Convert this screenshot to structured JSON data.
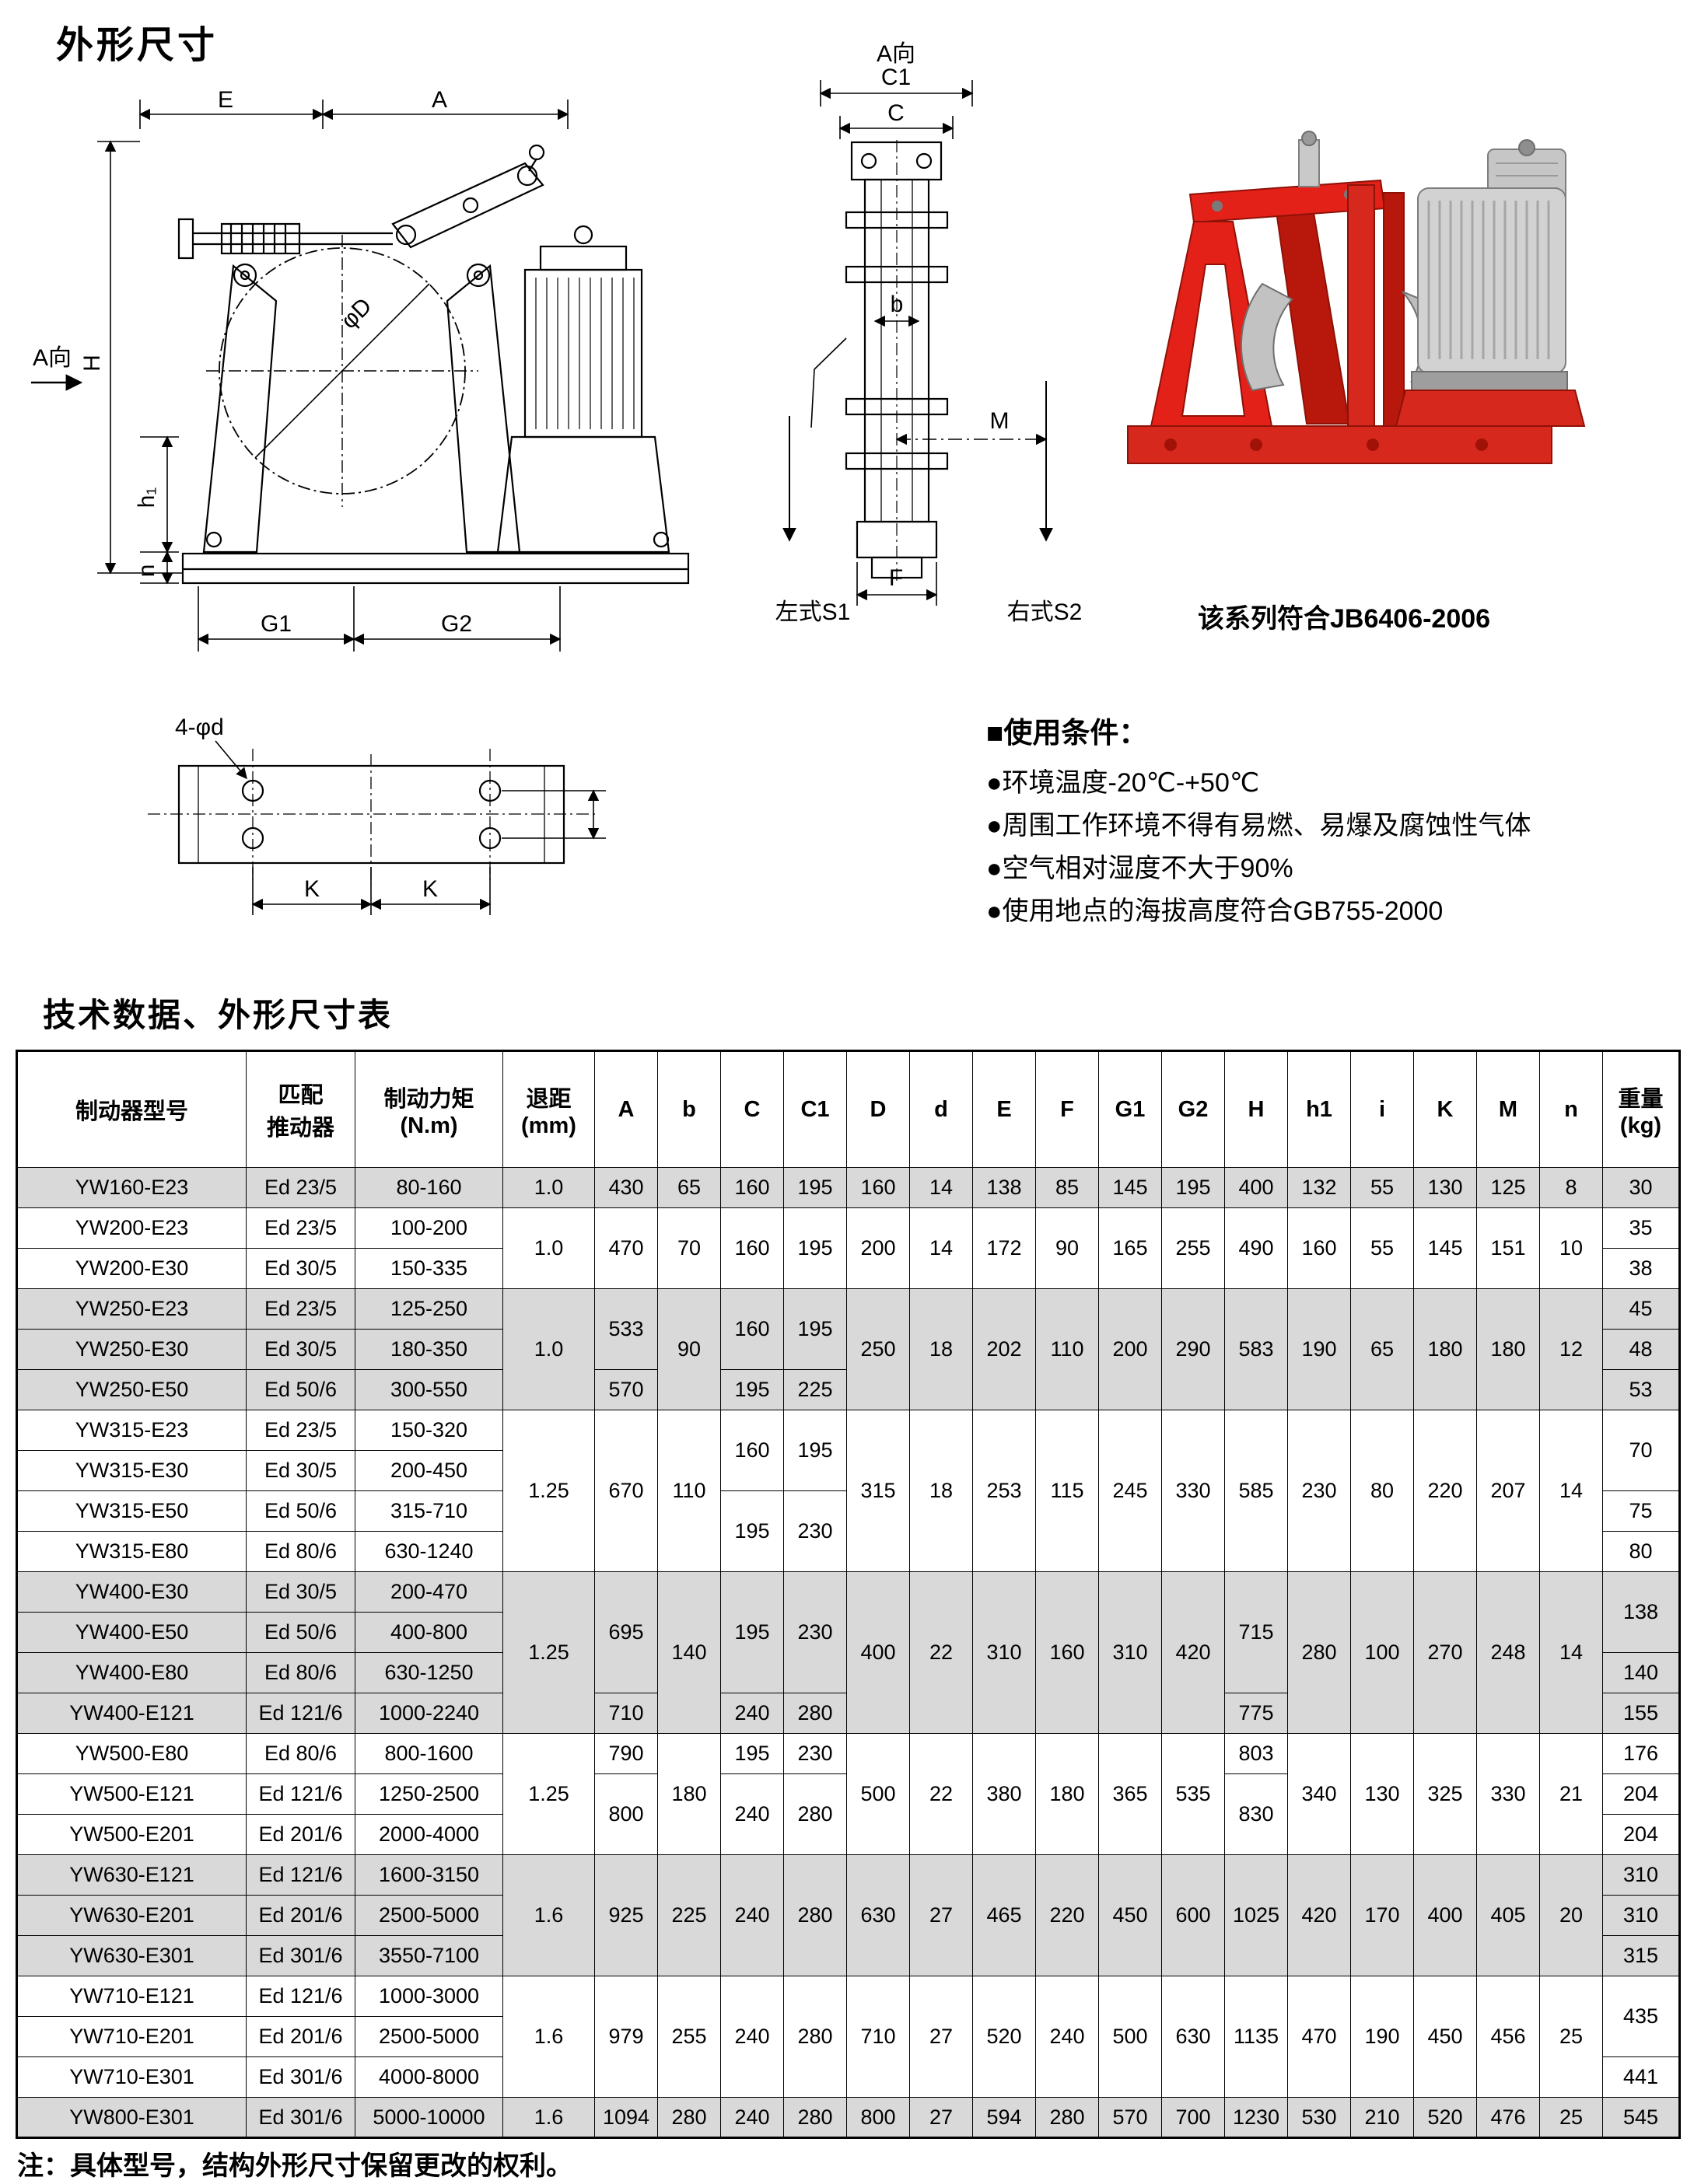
{
  "page": {
    "title": "外形尺寸",
    "table_heading": "技术数据、外形尺寸表",
    "compliance": "该系列符合JB6406-2006",
    "footnote": "注：具体型号，结构外形尺寸保留更改的权利。"
  },
  "usage": {
    "heading": "■使用条件：",
    "items": [
      "●环境温度-20℃-+50℃",
      "●周围工作环境不得有易燃、易爆及腐蚀性气体",
      "●空气相对湿度不大于90%",
      "●使用地点的海拔高度符合GB755-2000"
    ]
  },
  "drawing": {
    "labels": {
      "a_dir": "A向",
      "E": "E",
      "A": "A",
      "H": "H",
      "h1": "h₁",
      "n": "n",
      "phiD": "φD",
      "G1": "G1",
      "G2": "G2",
      "C1": "C1",
      "C": "C",
      "b": "b",
      "M": "M",
      "F": "F",
      "left_s1": "左式S1",
      "right_s2": "右式S2",
      "holes": "4-φd",
      "K": "K"
    }
  },
  "table": {
    "headers": [
      "制动器型号",
      "匹配\n推动器",
      "制动力矩\n(N.m)",
      "退距\n(mm)",
      "A",
      "b",
      "C",
      "C1",
      "D",
      "d",
      "E",
      "F",
      "G1",
      "G2",
      "H",
      "h1",
      "i",
      "K",
      "M",
      "n",
      "重量\n(kg)"
    ],
    "rows": [
      {
        "shade": true,
        "cells": [
          "YW160-E23",
          "Ed 23/5",
          "80-160",
          "1.0",
          "430",
          "65",
          "160",
          "195",
          "160",
          "14",
          "138",
          "85",
          "145",
          "195",
          "400",
          "132",
          "55",
          "130",
          "125",
          "8",
          "30"
        ]
      },
      {
        "shade": false,
        "cells": [
          "YW200-E23",
          "Ed 23/5",
          "100-200",
          [
            "1.0",
            2
          ],
          [
            "470",
            2
          ],
          [
            "70",
            2
          ],
          [
            "160",
            2
          ],
          [
            "195",
            2
          ],
          [
            "200",
            2
          ],
          [
            "14",
            2
          ],
          [
            "172",
            2
          ],
          [
            "90",
            2
          ],
          [
            "165",
            2
          ],
          [
            "255",
            2
          ],
          [
            "490",
            2
          ],
          [
            "160",
            2
          ],
          [
            "55",
            2
          ],
          [
            "145",
            2
          ],
          [
            "151",
            2
          ],
          [
            "10",
            2
          ],
          "35"
        ]
      },
      {
        "shade": false,
        "cells": [
          "YW200-E30",
          "Ed 30/5",
          "150-335",
          "38"
        ]
      },
      {
        "shade": true,
        "cells": [
          "YW250-E23",
          "Ed 23/5",
          "125-250",
          [
            "1.0",
            3
          ],
          [
            "533",
            2
          ],
          [
            "90",
            3
          ],
          [
            "160",
            2
          ],
          [
            "195",
            2
          ],
          [
            "250",
            3
          ],
          [
            "18",
            3
          ],
          [
            "202",
            3
          ],
          [
            "110",
            3
          ],
          [
            "200",
            3
          ],
          [
            "290",
            3
          ],
          [
            "583",
            3
          ],
          [
            "190",
            3
          ],
          [
            "65",
            3
          ],
          [
            "180",
            3
          ],
          [
            "180",
            3
          ],
          [
            "12",
            3
          ],
          "45"
        ]
      },
      {
        "shade": true,
        "cells": [
          "YW250-E30",
          "Ed 30/5",
          "180-350",
          "48"
        ]
      },
      {
        "shade": true,
        "cells": [
          "YW250-E50",
          "Ed 50/6",
          "300-550",
          "570",
          "195",
          "225",
          "53"
        ]
      },
      {
        "shade": false,
        "cells": [
          "YW315-E23",
          "Ed 23/5",
          "150-320",
          [
            "1.25",
            4
          ],
          [
            "670",
            4
          ],
          [
            "110",
            4
          ],
          [
            "160",
            2
          ],
          [
            "195",
            2
          ],
          [
            "315",
            4
          ],
          [
            "18",
            4
          ],
          [
            "253",
            4
          ],
          [
            "115",
            4
          ],
          [
            "245",
            4
          ],
          [
            "330",
            4
          ],
          [
            "585",
            4
          ],
          [
            "230",
            4
          ],
          [
            "80",
            4
          ],
          [
            "220",
            4
          ],
          [
            "207",
            4
          ],
          [
            "14",
            4
          ],
          [
            "70",
            2
          ]
        ]
      },
      {
        "shade": false,
        "cells": [
          "YW315-E30",
          "Ed 30/5",
          "200-450"
        ]
      },
      {
        "shade": false,
        "cells": [
          "YW315-E50",
          "Ed 50/6",
          "315-710",
          [
            "195",
            2
          ],
          [
            "230",
            2
          ],
          "75"
        ]
      },
      {
        "shade": false,
        "cells": [
          "YW315-E80",
          "Ed 80/6",
          "630-1240",
          "80"
        ]
      },
      {
        "shade": true,
        "cells": [
          "YW400-E30",
          "Ed 30/5",
          "200-470",
          [
            "1.25",
            4
          ],
          [
            "695",
            3
          ],
          [
            "140",
            4
          ],
          [
            "195",
            3
          ],
          [
            "230",
            3
          ],
          [
            "400",
            4
          ],
          [
            "22",
            4
          ],
          [
            "310",
            4
          ],
          [
            "160",
            4
          ],
          [
            "310",
            4
          ],
          [
            "420",
            4
          ],
          [
            "715",
            3
          ],
          [
            "280",
            4
          ],
          [
            "100",
            4
          ],
          [
            "270",
            4
          ],
          [
            "248",
            4
          ],
          [
            "14",
            4
          ],
          [
            "138",
            2
          ]
        ]
      },
      {
        "shade": true,
        "cells": [
          "YW400-E50",
          "Ed 50/6",
          "400-800"
        ]
      },
      {
        "shade": true,
        "cells": [
          "YW400-E80",
          "Ed 80/6",
          "630-1250",
          "140"
        ]
      },
      {
        "shade": true,
        "cells": [
          "YW400-E121",
          "Ed 121/6",
          "1000-2240",
          "710",
          "240",
          "280",
          "775",
          "155"
        ]
      },
      {
        "shade": false,
        "cells": [
          "YW500-E80",
          "Ed 80/6",
          "800-1600",
          [
            "1.25",
            3
          ],
          "790",
          [
            "180",
            3
          ],
          "195",
          "230",
          [
            "500",
            3
          ],
          [
            "22",
            3
          ],
          [
            "380",
            3
          ],
          [
            "180",
            3
          ],
          [
            "365",
            3
          ],
          [
            "535",
            3
          ],
          "803",
          [
            "340",
            3
          ],
          [
            "130",
            3
          ],
          [
            "325",
            3
          ],
          [
            "330",
            3
          ],
          [
            "21",
            3
          ],
          "176"
        ]
      },
      {
        "shade": false,
        "cells": [
          "YW500-E121",
          "Ed 121/6",
          "1250-2500",
          [
            "800",
            2
          ],
          [
            "240",
            2
          ],
          [
            "280",
            2
          ],
          [
            "830",
            2
          ],
          "204"
        ]
      },
      {
        "shade": false,
        "cells": [
          "YW500-E201",
          "Ed 201/6",
          "2000-4000",
          "204"
        ]
      },
      {
        "shade": true,
        "cells": [
          "YW630-E121",
          "Ed 121/6",
          "1600-3150",
          [
            "1.6",
            3
          ],
          [
            "925",
            3
          ],
          [
            "225",
            3
          ],
          [
            "240",
            3
          ],
          [
            "280",
            3
          ],
          [
            "630",
            3
          ],
          [
            "27",
            3
          ],
          [
            "465",
            3
          ],
          [
            "220",
            3
          ],
          [
            "450",
            3
          ],
          [
            "600",
            3
          ],
          [
            "1025",
            3
          ],
          [
            "420",
            3
          ],
          [
            "170",
            3
          ],
          [
            "400",
            3
          ],
          [
            "405",
            3
          ],
          [
            "20",
            3
          ],
          "310"
        ]
      },
      {
        "shade": true,
        "cells": [
          "YW630-E201",
          "Ed 201/6",
          "2500-5000",
          "310"
        ]
      },
      {
        "shade": true,
        "cells": [
          "YW630-E301",
          "Ed 301/6",
          "3550-7100",
          "315"
        ]
      },
      {
        "shade": false,
        "cells": [
          "YW710-E121",
          "Ed 121/6",
          "1000-3000",
          [
            "1.6",
            3
          ],
          [
            "979",
            3
          ],
          [
            "255",
            3
          ],
          [
            "240",
            3
          ],
          [
            "280",
            3
          ],
          [
            "710",
            3
          ],
          [
            "27",
            3
          ],
          [
            "520",
            3
          ],
          [
            "240",
            3
          ],
          [
            "500",
            3
          ],
          [
            "630",
            3
          ],
          [
            "1135",
            3
          ],
          [
            "470",
            3
          ],
          [
            "190",
            3
          ],
          [
            "450",
            3
          ],
          [
            "456",
            3
          ],
          [
            "25",
            3
          ],
          [
            "435",
            2
          ]
        ]
      },
      {
        "shade": false,
        "cells": [
          "YW710-E201",
          "Ed 201/6",
          "2500-5000"
        ]
      },
      {
        "shade": false,
        "cells": [
          "YW710-E301",
          "Ed 301/6",
          "4000-8000",
          "441"
        ]
      },
      {
        "shade": true,
        "cells": [
          "YW800-E301",
          "Ed 301/6",
          "5000-10000",
          "1.6",
          "1094",
          "280",
          "240",
          "280",
          "800",
          "27",
          "594",
          "280",
          "570",
          "700",
          "1230",
          "530",
          "210",
          "520",
          "476",
          "25",
          "545"
        ]
      }
    ]
  }
}
